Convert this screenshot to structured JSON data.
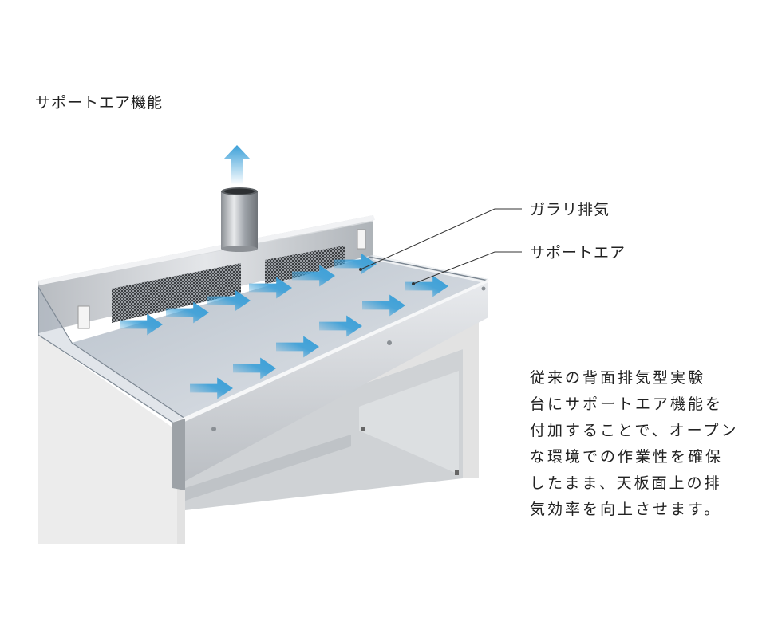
{
  "title": "サポートエア機能",
  "callouts": {
    "exhaust_label": "ガラリ排気",
    "support_air_label": "サポートエア"
  },
  "description": [
    "従来の背面排気型実験",
    "台にサポートエア機能を",
    "付加することで、オープン",
    "な環境での作業性を確保",
    "したまま、天板面上の排",
    "気効率を向上させます。"
  ],
  "colors": {
    "airflow_arrow": "#3a9fd8",
    "stainless": "#c9cdd1",
    "cabinet": "#ededed"
  }
}
